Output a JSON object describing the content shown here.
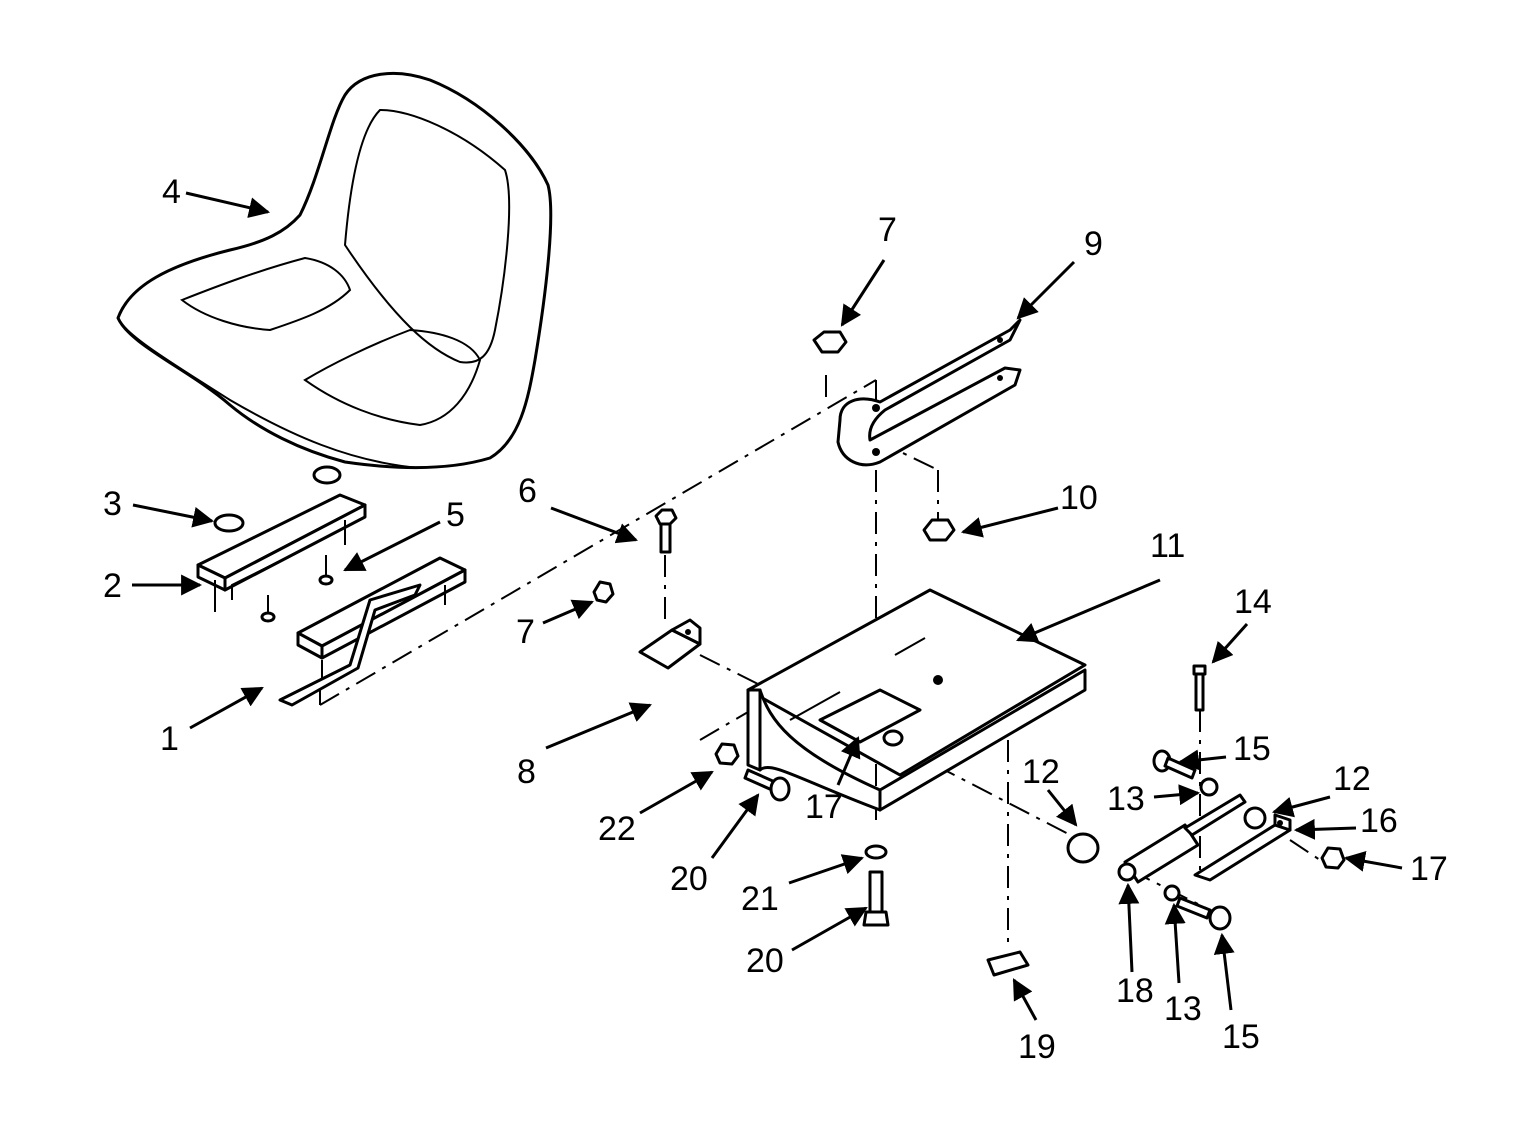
{
  "diagram": {
    "type": "exploded-parts-view",
    "callouts": [
      "1",
      "2",
      "3",
      "4",
      "5",
      "6",
      "7",
      "7",
      "8",
      "9",
      "10",
      "11",
      "12",
      "12",
      "13",
      "13",
      "14",
      "15",
      "15",
      "16",
      "17",
      "17",
      "18",
      "19",
      "20",
      "20",
      "21",
      "22"
    ]
  }
}
